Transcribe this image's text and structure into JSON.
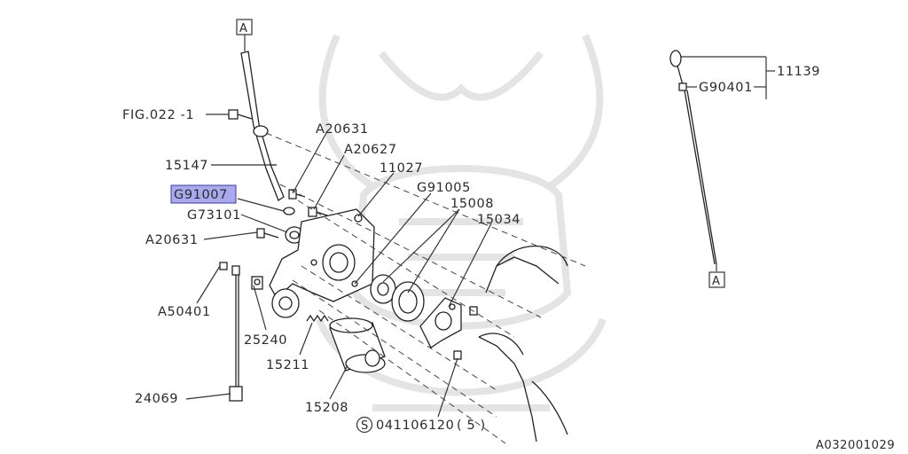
{
  "diagram_code": "A032001029",
  "ref_marker_top": "A",
  "ref_marker_right": "A",
  "labels": {
    "fig": "FIG.022 -1",
    "p15147": "15147",
    "g91007": "G91007",
    "g73101": "G73101",
    "a20631_left": "A20631",
    "a50401": "A50401",
    "p25240": "25240",
    "p15211": "15211",
    "p24069": "24069",
    "p15208": "15208",
    "a20631_top": "A20631",
    "a20627": "A20627",
    "p11027": "11027",
    "g91005": "G91005",
    "p15008": "15008",
    "p15034": "15034",
    "bolt_code": "041106120",
    "bolt_qty": "( 5 )",
    "p11139": "11139",
    "g90401": "G90401"
  },
  "highlight": {
    "part": "G91007",
    "color": "#a9a9ee"
  }
}
